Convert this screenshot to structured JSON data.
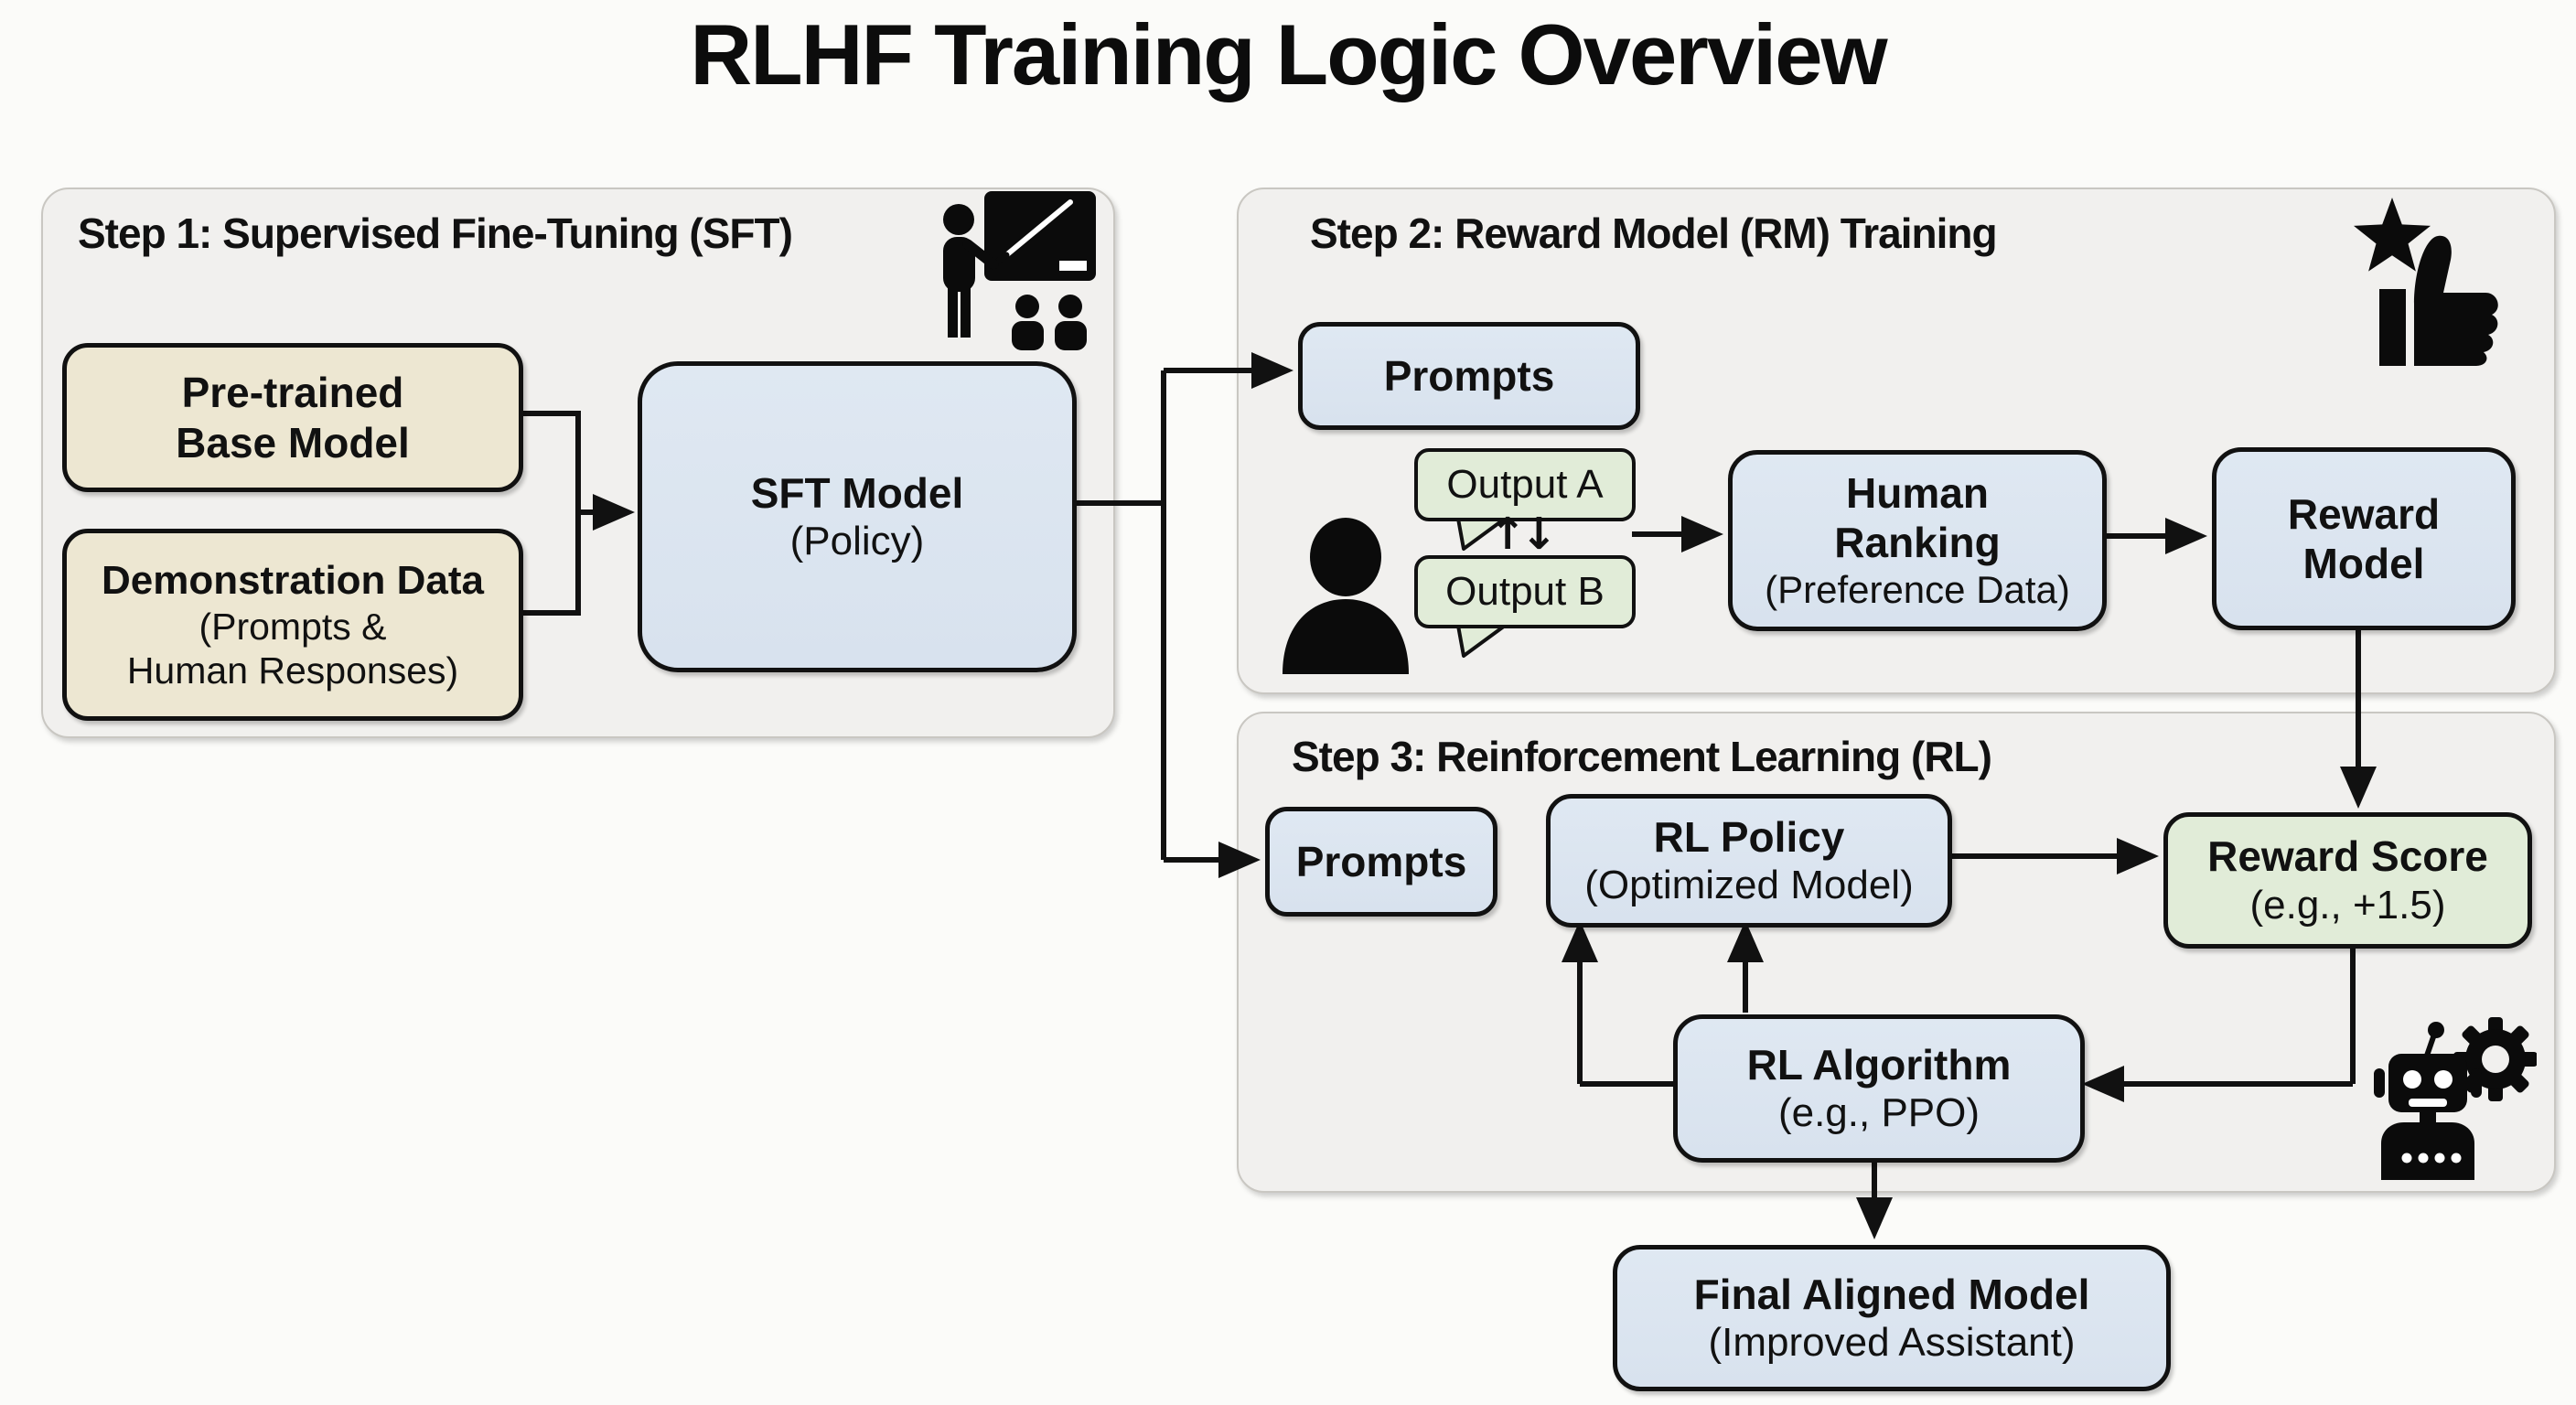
{
  "title": "RLHF Training Logic Overview",
  "colors": {
    "page-bg": "#fbfbf9",
    "panel-bg": "#f1f0ee",
    "panel-border": "#c9c7c2",
    "node-border": "#111111",
    "beige-fill": "#ede7d2",
    "blue-fill": "#dfe8f2",
    "blue-fill-2": "#d8e2ee",
    "green-fill": "#e1ecd8",
    "ink": "#111111"
  },
  "icons": {
    "step1": "teacher-presentation-icon",
    "step2": "star-thumbs-up-icon",
    "human": "person-icon",
    "step3": "robot-gear-icon"
  },
  "step1": {
    "header": "Step 1: Supervised Fine-Tuning (SFT)",
    "pretrained": {
      "line1": "Pre-trained",
      "line2": "Base Model"
    },
    "demo": {
      "line1": "Demonstration Data",
      "line2": "(Prompts &",
      "line3": "Human Responses)"
    },
    "sft": {
      "line1": "SFT Model",
      "line2": "(Policy)"
    }
  },
  "step2": {
    "header": "Step 2: Reward Model (RM) Training",
    "prompts": "Prompts",
    "output_a": "Output A",
    "output_b": "Output B",
    "compare_glyph": "↑↓",
    "human_ranking": {
      "line1": "Human",
      "line2": "Ranking",
      "line3": "(Preference Data)"
    },
    "reward_model": {
      "line1": "Reward",
      "line2": "Model"
    }
  },
  "step3": {
    "header": "Step 3: Reinforcement Learning (RL)",
    "prompts": "Prompts",
    "rl_policy": {
      "line1": "RL Policy",
      "line2": "(Optimized Model)"
    },
    "reward_score": {
      "line1": "Reward Score",
      "line2": "(e.g., +1.5)"
    },
    "rl_algorithm": {
      "line1": "RL Algorithm",
      "line2": "(e.g., PPO)"
    }
  },
  "final": {
    "line1": "Final Aligned Model",
    "line2": "(Improved Assistant)"
  }
}
